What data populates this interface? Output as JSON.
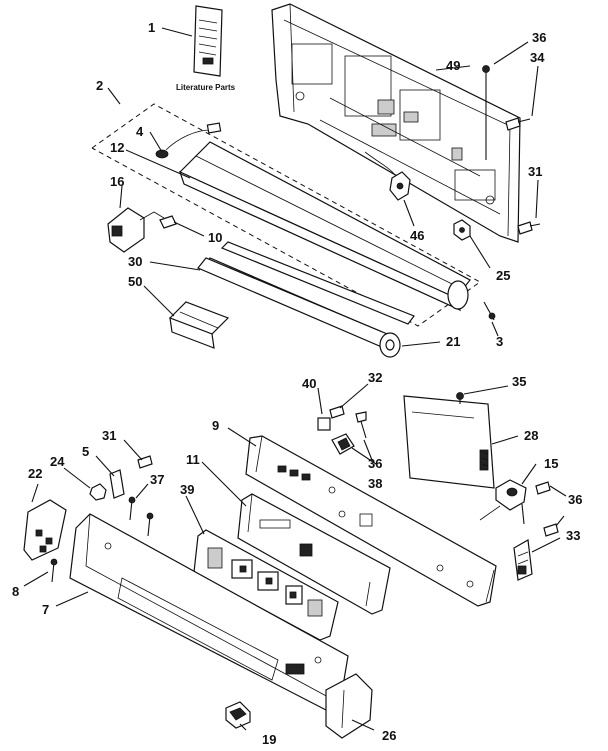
{
  "literature_caption": "Literature Parts",
  "callouts": [
    "1",
    "2",
    "3",
    "4",
    "5",
    "7",
    "8",
    "9",
    "10",
    "11",
    "12",
    "15",
    "16",
    "19",
    "21",
    "22",
    "24",
    "25",
    "26",
    "28",
    "30",
    "31",
    "31",
    "32",
    "33",
    "34",
    "35",
    "36",
    "36",
    "36",
    "37",
    "38",
    "39",
    "40",
    "46",
    "49",
    "50"
  ]
}
